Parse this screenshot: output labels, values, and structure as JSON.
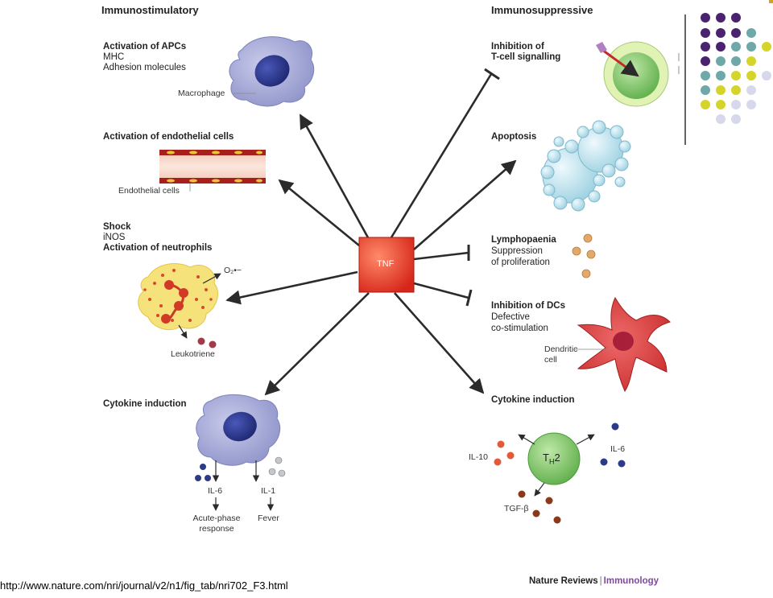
{
  "headers": {
    "left": "Immunostimulatory",
    "right": "Immunosuppressive"
  },
  "center": {
    "label": "TNF"
  },
  "stim": {
    "apc": {
      "title": "Activation of APCs",
      "line1": "MHC",
      "line2": "Adhesion molecules",
      "cell": "Macrophage"
    },
    "endo": {
      "title": "Activation of endothelial cells",
      "cell": "Endothelial cells"
    },
    "shock": {
      "title": "Shock",
      "line1": "iNOS",
      "title2": "Activation of neutrophils",
      "o2": "O₂•−",
      "lt": "Leukotriene"
    },
    "cyto": {
      "title": "Cytokine induction",
      "il6": "IL-6",
      "il1": "IL-1",
      "acute1": "Acute-phase",
      "acute2": "response",
      "fever": "Fever"
    }
  },
  "supp": {
    "tcell": {
      "title1": "Inhibition of",
      "title2": "T-cell signalling"
    },
    "apop": {
      "title": "Apoptosis"
    },
    "lymph": {
      "title": "Lymphopaenia",
      "line1": "Suppression",
      "line2": "of proliferation"
    },
    "dc": {
      "title": "Inhibition of DCs",
      "line1": "Defective",
      "line2": "co-stimulation",
      "cell1": "Dendritic",
      "cell2": "cell"
    },
    "cyto": {
      "title": "Cytokine induction",
      "th": "T",
      "th_sub": "H",
      "th_num": "2",
      "il10": "IL-10",
      "il6": "IL-6",
      "tgf": "TGF-β"
    }
  },
  "footer": {
    "url": "http://www.nature.com/nri/journal/v2/n1/fig_tab/nri702_F3.html",
    "journal": "Nature Reviews",
    "subject": "Immunology"
  },
  "colors": {
    "tnf": "#e8321f",
    "arrow": "#2b2b2b",
    "macrophage": "#a8acd6",
    "nucleus": "#2d3a8c",
    "th_cell": "#7cc46a",
    "dc": "#d63a3a",
    "apoptosis": "#bfe3ee",
    "neutrophil": "#f6e27a",
    "purple": "#4a2270",
    "teal": "#6fa8a8",
    "yellow": "#d4d42a",
    "lavender": "#d8d8ec"
  }
}
